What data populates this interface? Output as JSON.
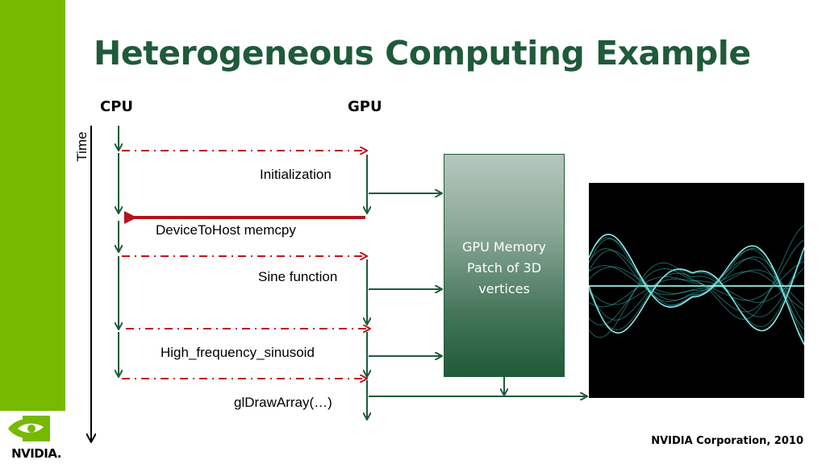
{
  "slide": {
    "title": "Heterogeneous Computing Example",
    "footer": "NVIDIA Corporation, 2010"
  },
  "brand": {
    "logo_text": "NVIDIA.",
    "accent": "#76b900",
    "title_color": "#1f5a3a"
  },
  "diagram": {
    "cpu_label": "CPU",
    "gpu_label": "GPU",
    "time_label": "Time",
    "steps": {
      "initialization": "Initialization",
      "memcpy": "DeviceToHost memcpy",
      "sine": "Sine function",
      "hf_sinusoid": "High_frequency_sinusoid",
      "draw": "glDrawArray(…)"
    },
    "memory_box": {
      "line1": "GPU Memory",
      "line2": "Patch of 3D",
      "line3": "vertices"
    },
    "colors": {
      "arrow": "#1f5a3a",
      "launch": "#c0141c",
      "memcpy": "#b5121b"
    }
  }
}
